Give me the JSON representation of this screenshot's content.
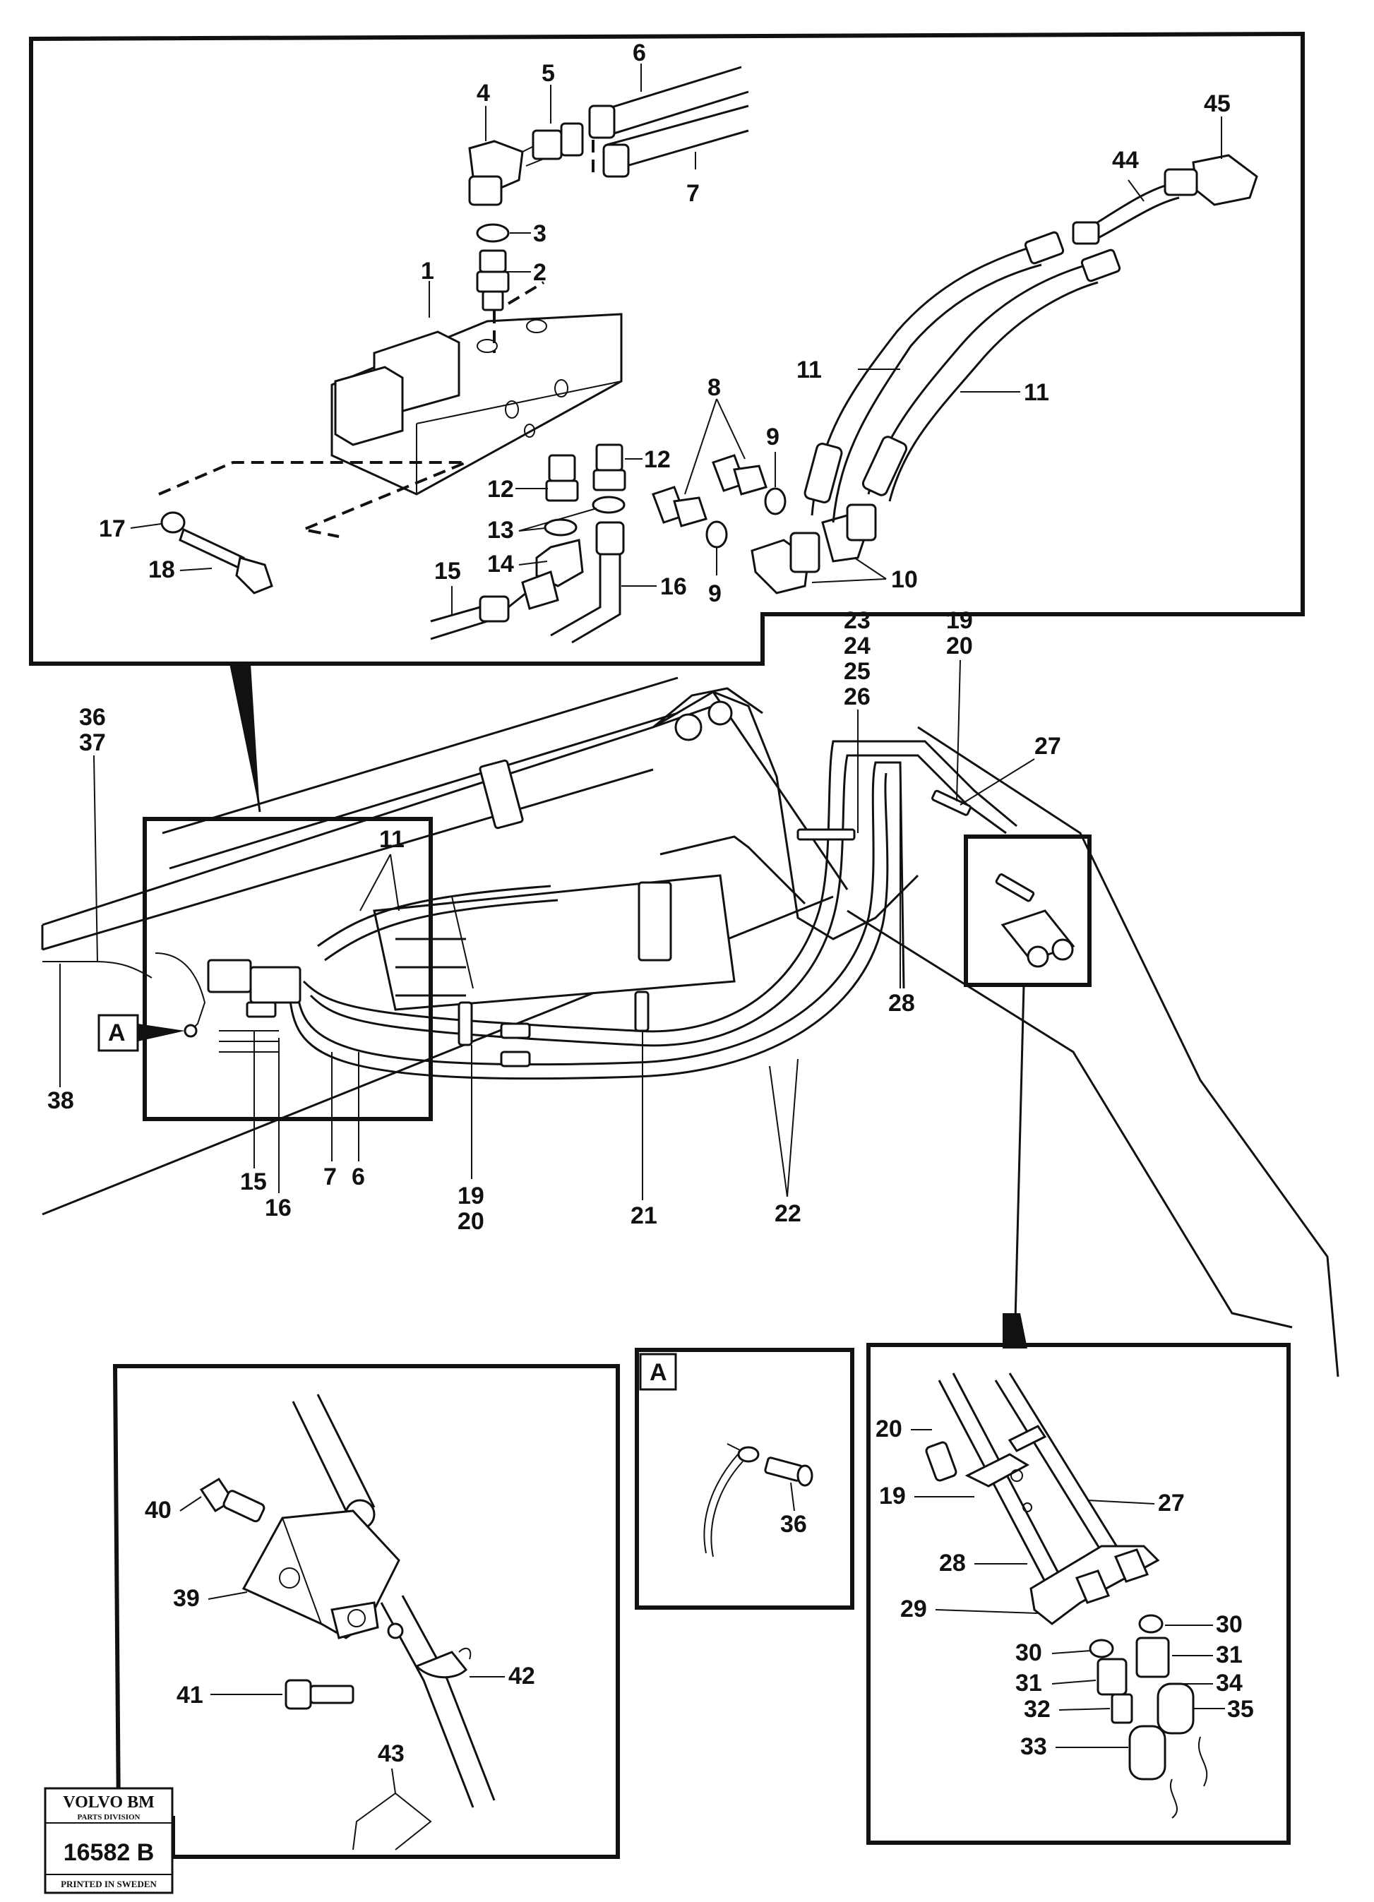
{
  "callouts": {
    "c1": "1",
    "c2": "2",
    "c3": "3",
    "c4": "4",
    "c5": "5",
    "c6": "6",
    "c7": "7",
    "c8": "8",
    "c9a": "9",
    "c9b": "9",
    "c10": "10",
    "c11a": "11",
    "c11b": "11",
    "c12a": "12",
    "c12b": "12",
    "c13": "13",
    "c14": "14",
    "c15": "15",
    "c16": "16",
    "c17": "17",
    "c18": "18",
    "c44": "44",
    "c45": "45",
    "m23": "23",
    "m24": "24",
    "m25": "25",
    "m26": "26",
    "m19": "19",
    "m20": "20",
    "m27": "27",
    "m36": "36",
    "m37": "37",
    "m11": "11",
    "m38": "38",
    "m28": "28",
    "m15": "15",
    "m16": "16",
    "m7": "7",
    "m6": "6",
    "m19b": "19",
    "m20b": "20",
    "m21": "21",
    "m22": "22",
    "l40": "40",
    "l39": "39",
    "l41": "41",
    "l42": "42",
    "l43": "43",
    "a36": "36",
    "r20": "20",
    "r19": "19",
    "r27": "27",
    "r28": "28",
    "r29": "29",
    "r30a": "30",
    "r30b": "30",
    "r31a": "31",
    "r31b": "31",
    "r34": "34",
    "r32": "32",
    "r35": "35",
    "r33": "33"
  },
  "detail_marker": "A",
  "detail_box_label": "A",
  "logo": {
    "brand": "VOLVO BM",
    "division": "PARTS DIVISION",
    "drawing_no": "16582 B",
    "printed": "PRINTED IN SWEDEN"
  }
}
